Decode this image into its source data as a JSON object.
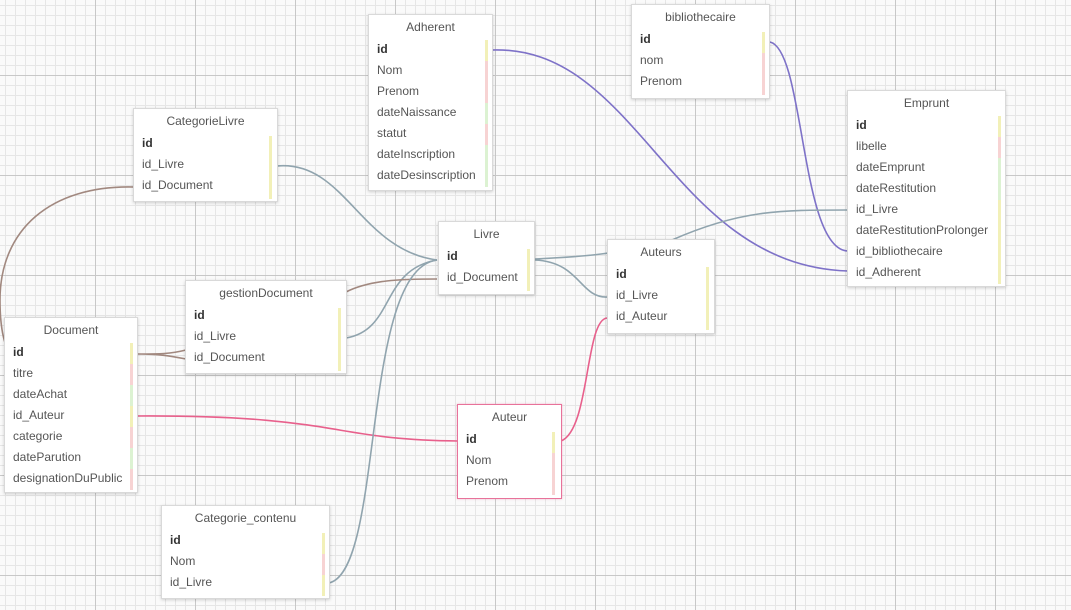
{
  "entities": {
    "adherent": {
      "title": "Adherent",
      "fields": [
        "id",
        "Nom",
        "Prenom",
        "dateNaissance",
        "statut",
        "dateInscription",
        "dateDesinscription"
      ]
    },
    "bibliothecaire": {
      "title": "bibliothecaire",
      "fields": [
        "id",
        "nom",
        "Prenom"
      ]
    },
    "emprunt": {
      "title": "Emprunt",
      "fields": [
        "id",
        "libelle",
        "dateEmprunt",
        "dateRestitution",
        "id_Livre",
        "dateRestitutionProlonger",
        "id_bibliothecaire",
        "id_Adherent"
      ]
    },
    "categorie_livre": {
      "title": "CategorieLivre",
      "fields": [
        "id",
        "id_Livre",
        "id_Document"
      ]
    },
    "livre": {
      "title": "Livre",
      "fields": [
        "id",
        "id_Document"
      ]
    },
    "auteurs": {
      "title": "Auteurs",
      "fields": [
        "id",
        "id_Livre",
        "id_Auteur"
      ]
    },
    "gestion_document": {
      "title": "gestionDocument",
      "fields": [
        "id",
        "id_Livre",
        "id_Document"
      ]
    },
    "document": {
      "title": "Document",
      "fields": [
        "id",
        "titre",
        "dateAchat",
        "id_Auteur",
        "categorie",
        "dateParution",
        "designationDuPublic"
      ]
    },
    "auteur": {
      "title": "Auteur",
      "fields": [
        "id",
        "Nom",
        "Prenom"
      ]
    },
    "categorie_contenu": {
      "title": "Categorie_contenu",
      "fields": [
        "id",
        "Nom",
        "id_Livre"
      ]
    }
  },
  "colors": {
    "link_gray": "#90a4ae",
    "link_brown": "#a1887f",
    "link_purple": "#7e72c8",
    "link_pink": "#e8608c",
    "bar_yellow": "#f2f0b8",
    "bar_pink": "#f7d3d3",
    "bar_green": "#dcf2d2"
  }
}
